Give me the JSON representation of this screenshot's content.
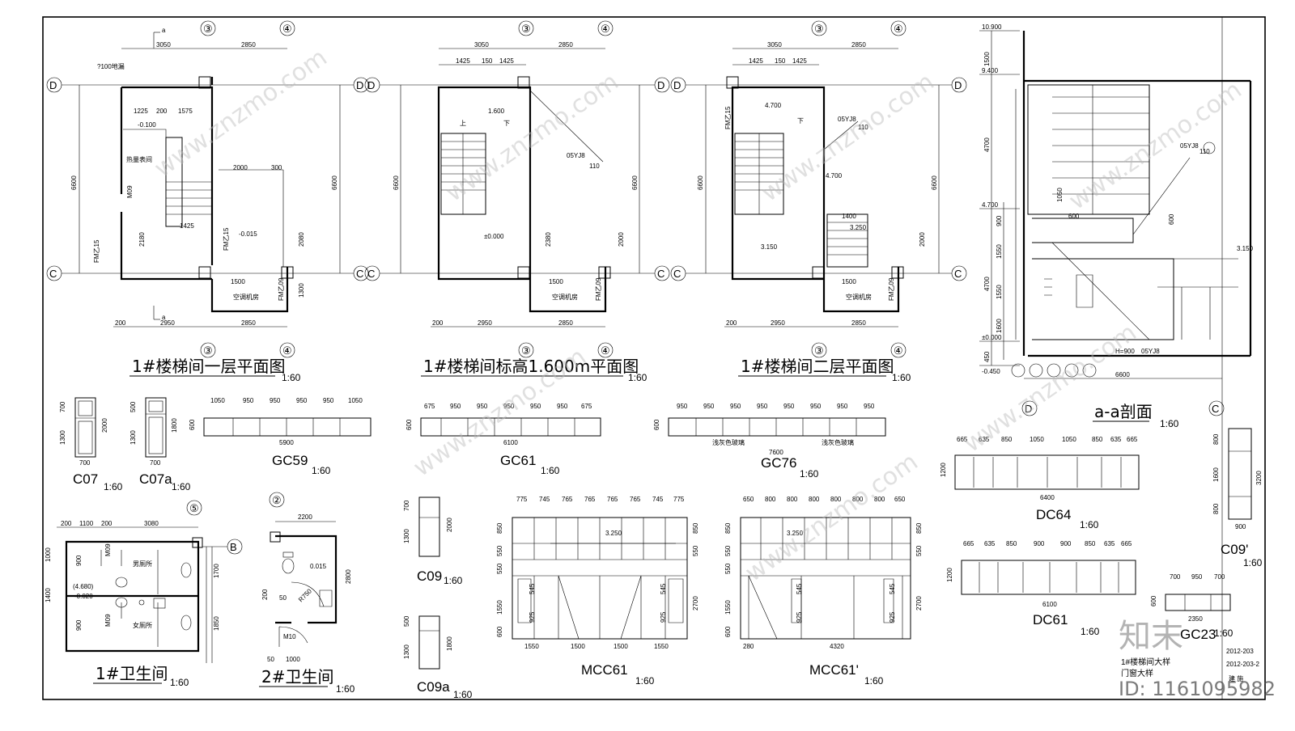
{
  "plans": [
    {
      "title": "1#楼梯间一层平面图",
      "scale": "1:60",
      "axes_top": [
        "③",
        "④"
      ],
      "axes_bottom": [
        "③",
        "④"
      ],
      "axes_side": [
        "D",
        "C"
      ],
      "dims_top": [
        "3050",
        "2850"
      ],
      "dims_bottom": [
        "200",
        "2950",
        "2850"
      ],
      "labels": [
        "1225",
        "200",
        "1575",
        "-0.100",
        "2000",
        "300",
        "1425",
        "-0.015",
        "1500",
        "空调机房",
        "FM乙09",
        "M09",
        "FM乙15",
        "6600",
        "2180",
        "2080",
        "1300",
        "?100地漏",
        "热量表间",
        "a",
        "a"
      ]
    },
    {
      "title": "1#楼梯间标高1.600m平面图",
      "scale": "1:60",
      "axes_top": [
        "③",
        "④"
      ],
      "axes_bottom": [
        "③",
        "④"
      ],
      "axes_side": [
        "D",
        "C"
      ],
      "dims_top": [
        "3050",
        "2850",
        "1425",
        "150",
        "1425"
      ],
      "dims_bottom": [
        "200",
        "2950",
        "2850"
      ],
      "labels": [
        "1.600",
        "±0.000",
        "05YJ8",
        "110",
        "1500",
        "空调机房",
        "FM乙09",
        "6600",
        "2000",
        "2380",
        "上",
        "下"
      ]
    },
    {
      "title": "1#楼梯间二层平面图",
      "scale": "1:60",
      "axes_top": [
        "③",
        "④"
      ],
      "axes_bottom": [
        "③",
        "④"
      ],
      "axes_side": [
        "D",
        "C"
      ],
      "dims_top": [
        "3050",
        "2850",
        "1425",
        "150",
        "1425"
      ],
      "dims_bottom": [
        "200",
        "2950",
        "2850"
      ],
      "labels": [
        "4.700",
        "3.150",
        "3.250",
        "1400",
        "05YJ8",
        "110",
        "1500",
        "空调机房",
        "FM乙09",
        "FM乙15",
        "6600",
        "2000",
        "下"
      ]
    }
  ],
  "section": {
    "title": "a-a剖面",
    "scale": "1:60",
    "levels": [
      "10.900",
      "9.400",
      "4.700",
      "±0.000",
      "-0.450"
    ],
    "heights": [
      "1500",
      "4700",
      "900",
      "1550",
      "4700",
      "1550",
      "1600",
      "450",
      "600",
      "1050",
      "900"
    ],
    "axes": [
      "D",
      "C"
    ],
    "dim_bottom": "6600",
    "right_level": "3.150",
    "notes": [
      "05YJ8",
      "110",
      "H=900",
      "05YJ8"
    ]
  },
  "windows": [
    {
      "name": "C07",
      "scale": "1:60",
      "w": "700",
      "h": [
        "700",
        "1300"
      ],
      "total": "2000"
    },
    {
      "name": "C07a",
      "scale": "1:60",
      "w": "700",
      "h": [
        "500",
        "1300"
      ],
      "total": "1800"
    },
    {
      "name": "GC59",
      "scale": "1:60",
      "segments": [
        "1050",
        "950",
        "950",
        "950",
        "950",
        "1050"
      ],
      "total": "5900",
      "h": "600"
    },
    {
      "name": "GC61",
      "scale": "1:60",
      "segments": [
        "675",
        "950",
        "950",
        "950",
        "950",
        "950",
        "675"
      ],
      "total": "6100",
      "h": "600"
    },
    {
      "name": "GC76",
      "scale": "1:60",
      "segments": [
        "950",
        "950",
        "950",
        "950",
        "950",
        "950",
        "950",
        "950"
      ],
      "total": "7600",
      "h": "600",
      "note": "浅灰色玻璃"
    },
    {
      "name": "DC64",
      "scale": "1:60",
      "segments": [
        "665",
        "635",
        "850",
        "1050",
        "1050",
        "850",
        "635",
        "665"
      ],
      "total": "6400",
      "h": "1200"
    },
    {
      "name": "DC61",
      "scale": "1:60",
      "segments": [
        "665",
        "635",
        "850",
        "900",
        "900",
        "850",
        "635",
        "665"
      ],
      "total": "6100",
      "h": "1200"
    },
    {
      "name": "GC23",
      "scale": "1:60",
      "segments": [
        "700",
        "950",
        "700"
      ],
      "total": "2350",
      "h": "600"
    },
    {
      "name": "C09'",
      "scale": "1:60",
      "w": "900",
      "h": [
        "800",
        "1600",
        "800"
      ],
      "total": "3200"
    },
    {
      "name": "C09",
      "scale": "1:60",
      "w": "",
      "h": [
        "700",
        "1300"
      ],
      "total": "2000"
    },
    {
      "name": "C09a",
      "scale": "1:60",
      "w": "",
      "h": [
        "500",
        "1300"
      ],
      "total": "1800"
    }
  ],
  "doors": [
    {
      "name": "MCC61",
      "scale": "1:60",
      "top": [
        "775",
        "745",
        "765",
        "765",
        "765",
        "765",
        "745",
        "775"
      ],
      "bottom": [
        "1550",
        "1500",
        "1500",
        "1550"
      ],
      "level": "3.250",
      "h": [
        "850",
        "550",
        "550",
        "1550",
        "600"
      ],
      "sub": [
        "545",
        "925",
        "545",
        "925"
      ],
      "total": "2700"
    },
    {
      "name": "MCC61'",
      "scale": "1:60",
      "top": [
        "650",
        "800",
        "800",
        "800",
        "800",
        "800",
        "800",
        "650"
      ],
      "bottom": [
        "280",
        "4320"
      ],
      "level": "3.250",
      "h": [
        "850",
        "550",
        "550",
        "1550",
        "600"
      ],
      "sub": [
        "545",
        "925",
        "545",
        "925"
      ],
      "total": "2700"
    }
  ],
  "toilets": [
    {
      "name": "1#卫生间",
      "scale": "1:60",
      "dims_top": [
        "200",
        "1100",
        "200",
        "3080"
      ],
      "axis": "⑤",
      "axis_side": "B",
      "level": "(4.680)",
      "level2": "-0.020",
      "rooms": [
        "男厕所",
        "女厕所"
      ],
      "door": "M09",
      "dims_side": [
        "1000",
        "900",
        "1400",
        "900",
        "1700",
        "1850"
      ]
    },
    {
      "name": "2#卫生间",
      "scale": "1:60",
      "dims_top": [
        "2200"
      ],
      "axis": "②",
      "level": "0.015",
      "door": "M10",
      "dims_bottom": [
        "50",
        "1000"
      ],
      "dims_side": [
        "200",
        "2800"
      ],
      "r": "R750"
    }
  ],
  "titleblock": {
    "project": "1#楼梯间大样",
    "sub": "门窗大样",
    "code": "2012-203",
    "code2": "2012-203-2",
    "disc": "建 施"
  },
  "watermark": {
    "site": "www.znzmo.com",
    "brand": "知末",
    "id": "ID: 1161095982"
  }
}
